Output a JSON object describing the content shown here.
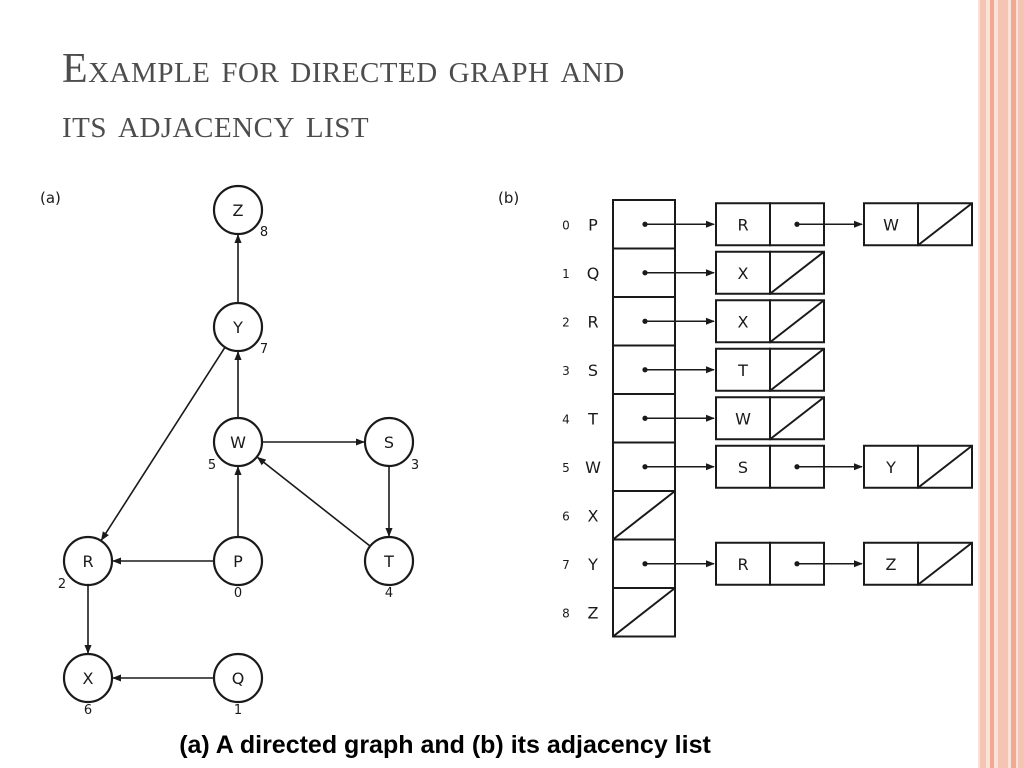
{
  "slide": {
    "title_line1": "Example for directed graph and",
    "title_line2": "its adjacency list",
    "caption": "(a) A directed graph and (b) its adjacency list",
    "accent_colors": [
      "#f5c5b4",
      "#f3a98f",
      "#fbe2d8",
      "#e8896c"
    ]
  },
  "panel_a": {
    "label": "(a)",
    "nodes": [
      {
        "name": "Z",
        "index": "8"
      },
      {
        "name": "Y",
        "index": "7"
      },
      {
        "name": "W",
        "index": "5"
      },
      {
        "name": "S",
        "index": "3"
      },
      {
        "name": "R",
        "index": "2"
      },
      {
        "name": "P",
        "index": "0"
      },
      {
        "name": "T",
        "index": "4"
      },
      {
        "name": "X",
        "index": "6"
      },
      {
        "name": "Q",
        "index": "1"
      }
    ],
    "edges": [
      {
        "from": "Y",
        "to": "Z"
      },
      {
        "from": "W",
        "to": "Y"
      },
      {
        "from": "Y",
        "to": "R"
      },
      {
        "from": "W",
        "to": "S"
      },
      {
        "from": "S",
        "to": "T"
      },
      {
        "from": "T",
        "to": "W"
      },
      {
        "from": "P",
        "to": "W"
      },
      {
        "from": "P",
        "to": "R"
      },
      {
        "from": "R",
        "to": "X"
      },
      {
        "from": "Q",
        "to": "X"
      }
    ]
  },
  "panel_b": {
    "label": "(b)",
    "rows": [
      {
        "index": "0",
        "vertex": "P",
        "list": [
          "R",
          "W"
        ]
      },
      {
        "index": "1",
        "vertex": "Q",
        "list": [
          "X"
        ]
      },
      {
        "index": "2",
        "vertex": "R",
        "list": [
          "X"
        ]
      },
      {
        "index": "3",
        "vertex": "S",
        "list": [
          "T"
        ]
      },
      {
        "index": "4",
        "vertex": "T",
        "list": [
          "W"
        ]
      },
      {
        "index": "5",
        "vertex": "W",
        "list": [
          "S",
          "Y"
        ]
      },
      {
        "index": "6",
        "vertex": "X",
        "list": []
      },
      {
        "index": "7",
        "vertex": "Y",
        "list": [
          "R",
          "Z"
        ]
      },
      {
        "index": "8",
        "vertex": "Z",
        "list": []
      }
    ]
  }
}
